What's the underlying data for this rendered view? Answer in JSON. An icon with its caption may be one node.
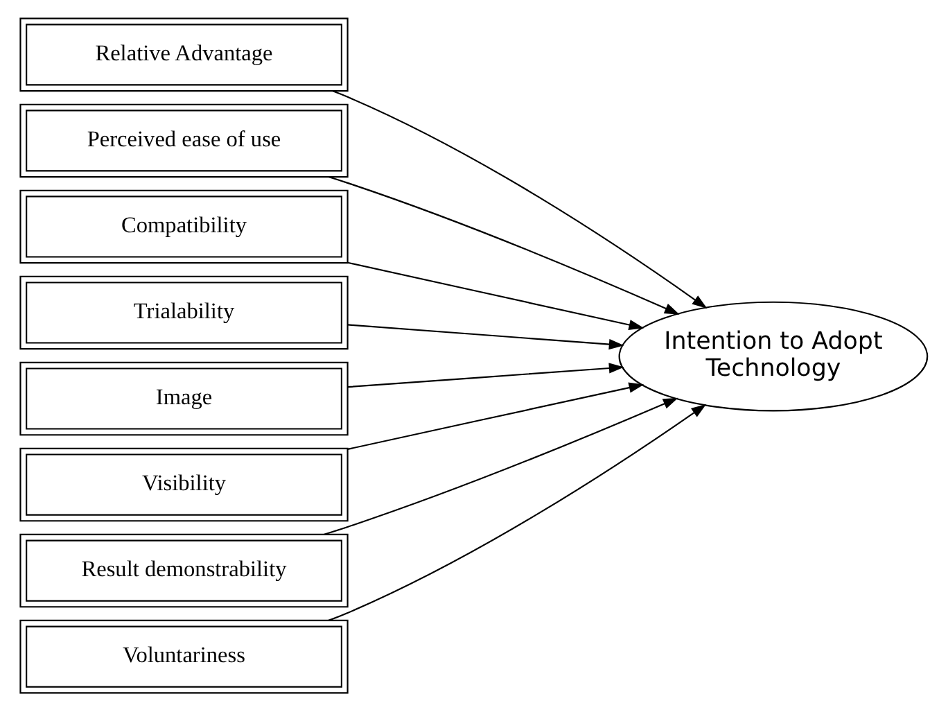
{
  "diagram": {
    "nodes": [
      {
        "text": [
          "Relative Advantage"
        ]
      },
      {
        "text": [
          "Perceived ease of use"
        ]
      },
      {
        "text": [
          "Compatibility"
        ]
      },
      {
        "text": [
          "Trialability"
        ]
      },
      {
        "text": [
          "Image"
        ]
      },
      {
        "text": [
          "Visibility"
        ]
      },
      {
        "text": [
          "Result demonstrability"
        ]
      },
      {
        "text": [
          "Voluntariness"
        ]
      },
      {
        "text": [
          "Intention to Adopt Technology"
        ]
      }
    ],
    "edges": [
      {
        "from": 0,
        "to": 8,
        "arrow": "to"
      },
      {
        "from": 1,
        "to": 8,
        "arrow": "to"
      },
      {
        "from": 2,
        "to": 8,
        "arrow": "to"
      },
      {
        "from": 3,
        "to": 8,
        "arrow": "to"
      },
      {
        "from": 4,
        "to": 8,
        "arrow": "to"
      },
      {
        "from": 5,
        "to": 8,
        "arrow": "to"
      },
      {
        "from": 6,
        "to": 8,
        "arrow": "to"
      },
      {
        "from": 7,
        "to": 8,
        "arrow": "to"
      }
    ]
  }
}
